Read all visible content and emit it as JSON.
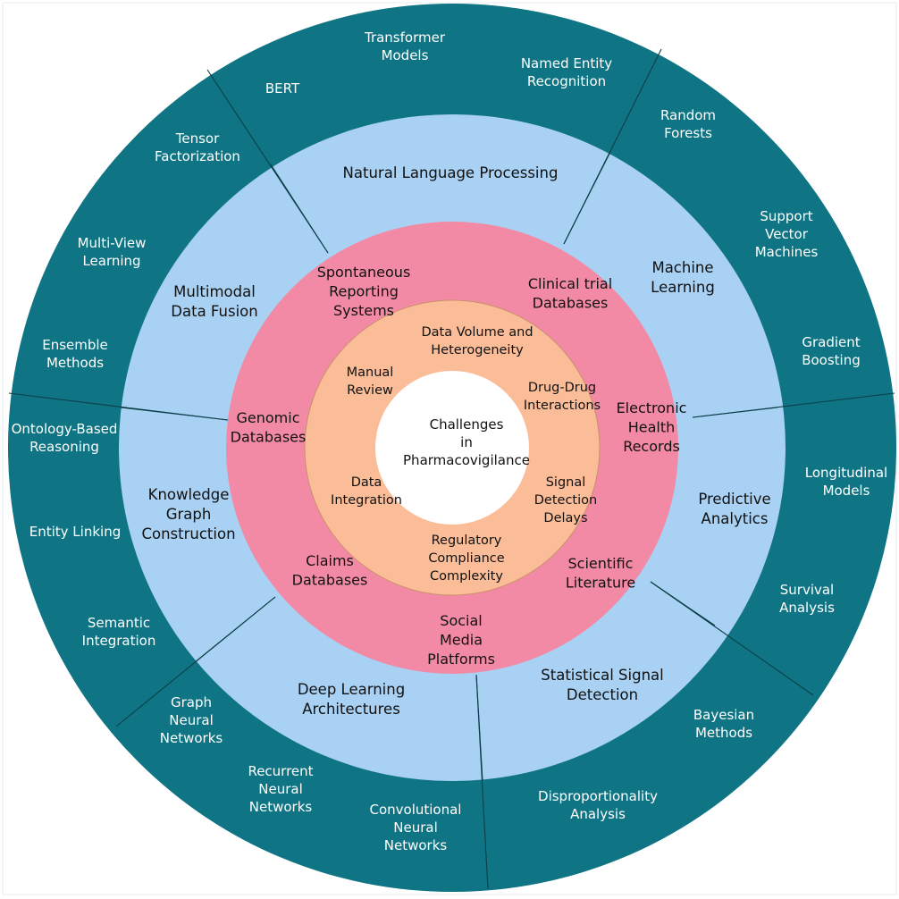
{
  "colors": {
    "outer_ring": "#0f7483",
    "blue_ring": "#a9d1f3",
    "pink_ring": "#f38aa5",
    "peach_ring": "#fbbd98",
    "center": "#ffffff",
    "divider": "#0b3f47"
  },
  "center": [
    "Challenges",
    "in",
    "Pharmacovigilance"
  ],
  "peach": [
    [
      "Data Volume and",
      "Heterogeneity"
    ],
    [
      "Manual",
      "Review"
    ],
    [
      "Drug-Drug",
      "Interactions"
    ],
    [
      "Data",
      "Integration"
    ],
    [
      "Signal",
      "Detection",
      "Delays"
    ],
    [
      "Regulatory",
      "Compliance",
      "Complexity"
    ]
  ],
  "pink": [
    [
      "Spontaneous",
      "Reporting",
      "Systems"
    ],
    [
      "Clinical trial",
      "Databases"
    ],
    [
      "Genomic",
      "Databases"
    ],
    [
      "Electronic",
      "Health",
      "Records"
    ],
    [
      "Claims",
      "Databases"
    ],
    [
      "Scientific",
      "Literature"
    ],
    [
      "Social",
      "Media",
      "Platforms"
    ]
  ],
  "blue": [
    [
      "Natural Language Processing"
    ],
    [
      "Multimodal",
      "Data Fusion"
    ],
    [
      "Machine",
      "Learning"
    ],
    [
      "Knowledge",
      "Graph",
      "Construction"
    ],
    [
      "Predictive",
      "Analytics"
    ],
    [
      "Deep Learning",
      "Architectures"
    ],
    [
      "Statistical Signal",
      "Detection"
    ]
  ],
  "outer": [
    [
      "Transformer",
      "Models"
    ],
    [
      "BERT"
    ],
    [
      "Named Entity",
      "Recognition"
    ],
    [
      "Tensor",
      "Factorization"
    ],
    [
      "Random",
      "Forests"
    ],
    [
      "Multi-View",
      "Learning"
    ],
    [
      "Support",
      "Vector",
      "Machines"
    ],
    [
      "Ensemble",
      "Methods"
    ],
    [
      "Gradient",
      "Boosting"
    ],
    [
      "Ontology-Based",
      "Reasoning"
    ],
    [
      "Longitudinal",
      "Models"
    ],
    [
      "Entity Linking"
    ],
    [
      "Survival",
      "Analysis"
    ],
    [
      "Semantic",
      "Integration"
    ],
    [
      "Graph",
      "Neural",
      "Networks"
    ],
    [
      "Bayesian",
      "Methods"
    ],
    [
      "Recurrent",
      "Neural",
      "Networks"
    ],
    [
      "Convolutional",
      "Neural",
      "Networks"
    ],
    [
      "Disproportionality",
      "Analysis"
    ]
  ]
}
